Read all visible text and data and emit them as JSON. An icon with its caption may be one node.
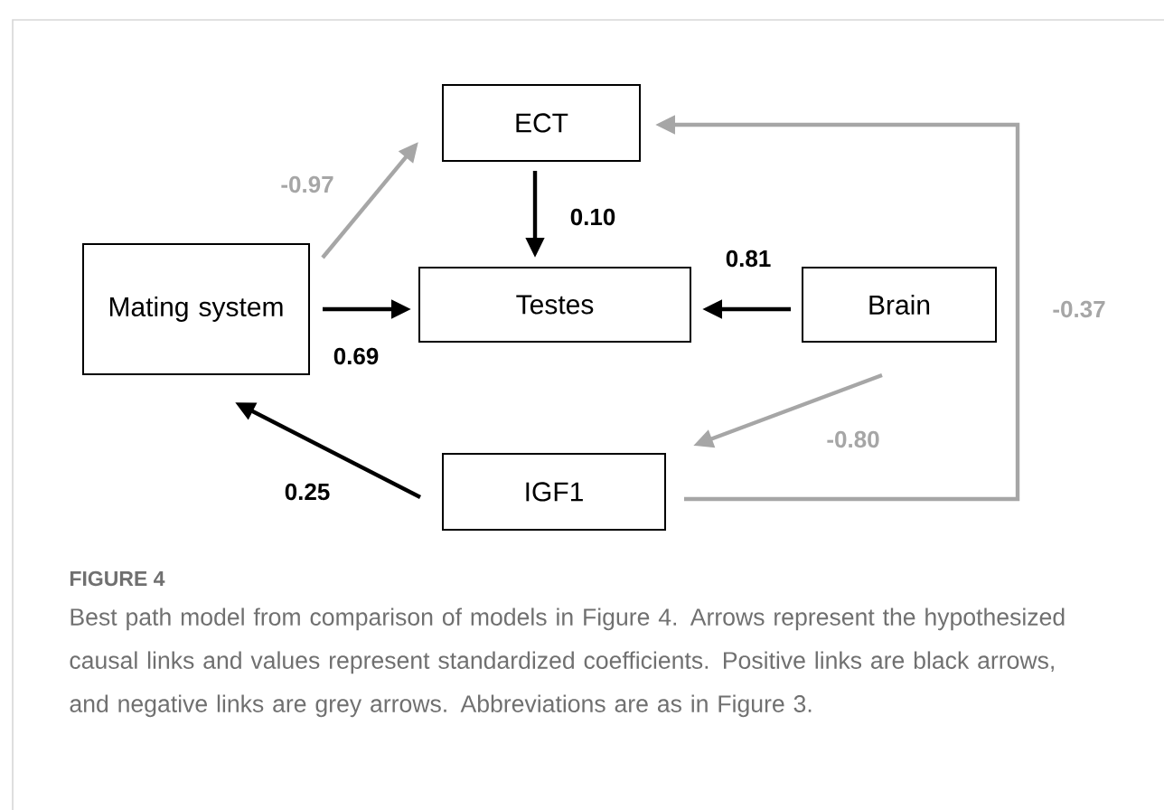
{
  "diagram": {
    "caption": "Best path model from comparison of models in Figure 4. Arrows represent the hypothesized causal links and values represent standardized coefficients. Positive links are black arrows, and negative links are grey arrows. Abbreviations are as in Figure 3.",
    "nodes": [
      {
        "text": [
          "ECT"
        ]
      },
      {
        "text": [
          "Mating system"
        ]
      },
      {
        "text": [
          "Testes"
        ]
      },
      {
        "text": [
          "Brain"
        ]
      },
      {
        "text": [
          "IGF1"
        ]
      }
    ],
    "edges": [
      {
        "from": 1,
        "to": 0,
        "arrow": "to",
        "label": "-0.97",
        "color": "#a6a6a6"
      },
      {
        "from": 0,
        "to": 2,
        "arrow": "to",
        "label": "0.10"
      },
      {
        "from": 1,
        "to": 2,
        "arrow": "to",
        "label": "0.69"
      },
      {
        "from": 3,
        "to": 2,
        "arrow": "to",
        "label": "0.81"
      },
      {
        "from": 3,
        "to": 4,
        "arrow": "to",
        "label": "-0.80",
        "color": "#a6a6a6"
      },
      {
        "from": 4,
        "to": 1,
        "arrow": "to",
        "label": "0.25"
      },
      {
        "from": 4,
        "to": 0,
        "arrow": "to",
        "label": "-0.37",
        "color": "#a6a6a6"
      }
    ],
    "labels": [
      "FIGURE 4"
    ]
  }
}
